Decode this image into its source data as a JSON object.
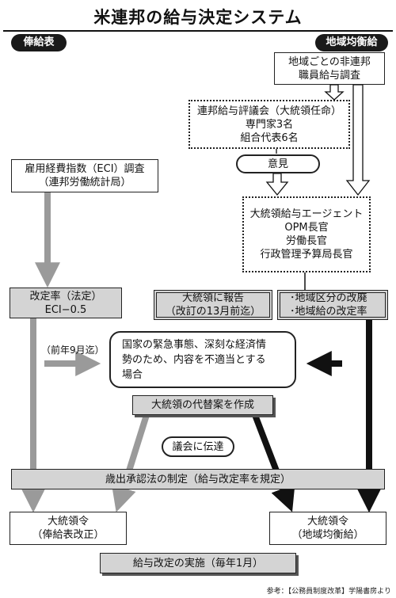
{
  "title": "米連邦の給与決定システム",
  "left_pill": "俸給表",
  "right_pill": "地域均衡給",
  "boxes": {
    "survey_nonfed": [
      "地域ごとの非連邦",
      "職員給与調査"
    ],
    "council": [
      "連邦給与評議会（大統領任命）",
      "専門家3名",
      "組合代表6名"
    ],
    "opinion": "意見",
    "eci_survey": [
      "雇用経費指数（ECI）調査",
      "（連邦労働統計局）"
    ],
    "agent": [
      "大統領給与エージェント",
      "OPM長官",
      "労働長官",
      "行政管理予算局長官"
    ],
    "revision_rate": [
      "改定率（法定）",
      "ECI−0.5"
    ],
    "report": [
      "大統領に報告",
      "（改訂の13月前迄）"
    ],
    "locality": [
      "･地域区分の改廃",
      "･地域給の改定率"
    ],
    "by_sept": "（前年9月迄）",
    "emergency": [
      "国家の緊急事態、深刻な経済情",
      "勢のため、内容を不適当とする",
      "場合"
    ],
    "alt_plan": "大統領の代替案を作成",
    "congress": "議会に伝達",
    "appropriation": "歳出承認法の制定（給与改定率を規定）",
    "order_left": [
      "大統領令",
      "（俸給表改正）"
    ],
    "order_right": [
      "大統領令",
      "（地域均衡給）"
    ],
    "implementation": "給与改定の実施（毎年1月）"
  },
  "footer": "参考：【公務員制度改革】学陽書房より"
}
